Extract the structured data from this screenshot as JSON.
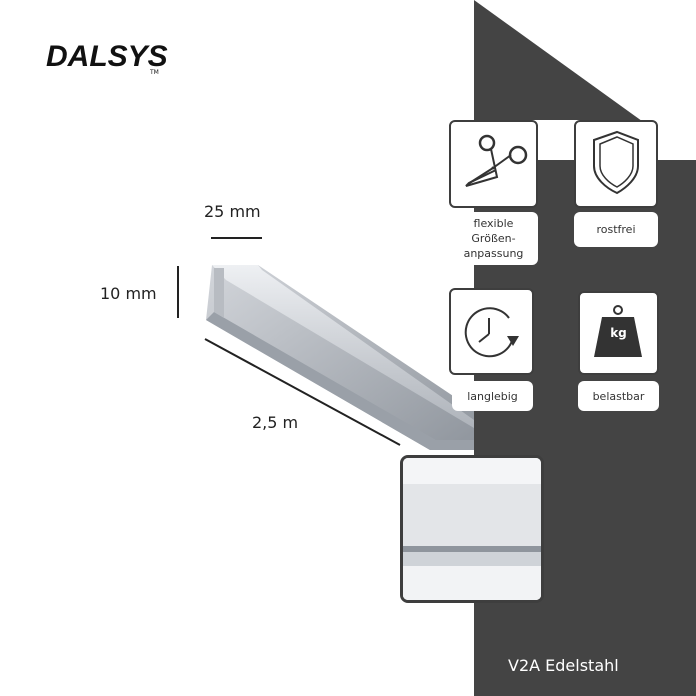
{
  "brand": {
    "logo_text": "DALSYS",
    "tm": "TM"
  },
  "dimensions": {
    "width": "25 mm",
    "height": "10 mm",
    "length": "2,5 m"
  },
  "features": [
    {
      "icon": "scissors-icon",
      "label": "flexible\nGrößen-\nanpassung"
    },
    {
      "icon": "shield-icon",
      "label": "rostfrei"
    },
    {
      "icon": "clock-icon",
      "label": "langlebig"
    },
    {
      "icon": "weight-icon",
      "label": "belastbar",
      "icon_text": "kg"
    }
  ],
  "material": "V2A Edelstahl",
  "colors": {
    "panel": "#444444",
    "card_border": "#3e3e3e",
    "steel": "#c9cdd3"
  }
}
